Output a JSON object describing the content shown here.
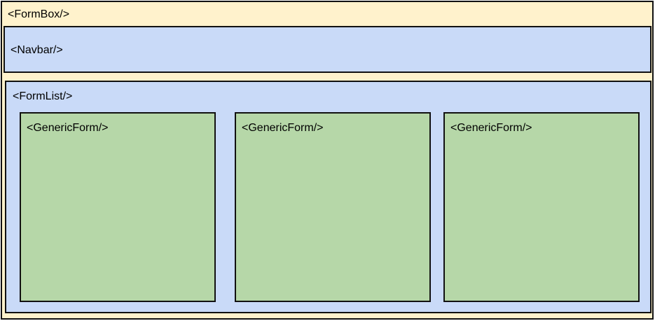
{
  "colors": {
    "formbox_fill": "#fff2cc",
    "container_fill": "#c9daf8",
    "form_fill": "#b6d7a8",
    "stroke": "#111111"
  },
  "formbox": {
    "label": "<FormBox/>"
  },
  "navbar": {
    "label": "<Navbar/>"
  },
  "formlist": {
    "label": "<FormList/>",
    "forms": [
      {
        "label": "<GenericForm/>"
      },
      {
        "label": "<GenericForm/>"
      },
      {
        "label": "<GenericForm/>"
      }
    ]
  }
}
